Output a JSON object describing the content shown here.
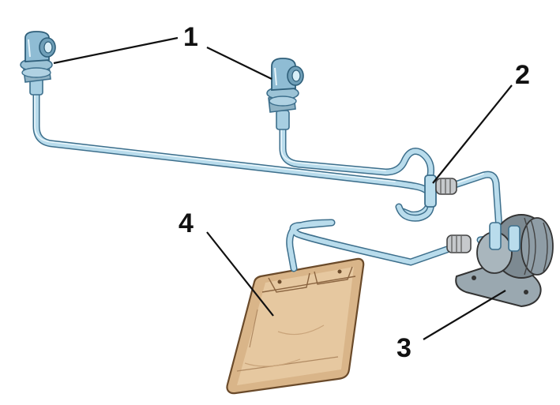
{
  "diagram": {
    "callouts": [
      {
        "id": "1",
        "label": "1"
      },
      {
        "id": "2",
        "label": "2"
      },
      {
        "id": "3",
        "label": "3"
      },
      {
        "id": "4",
        "label": "4"
      }
    ],
    "colors": {
      "tube": "#b9dcec",
      "tube_outline": "#3d6f8c",
      "filter_body": "#d8b48a",
      "filter_outline": "#6a4a2a",
      "pump_body": "#8f9da6",
      "label": "#111111"
    },
    "parts": [
      {
        "name": "washer-nozzle",
        "callout": "1"
      },
      {
        "name": "hose-tee-connector",
        "callout": "2"
      },
      {
        "name": "washer-pump",
        "callout": "3"
      },
      {
        "name": "intake-filter",
        "callout": "4"
      }
    ]
  }
}
